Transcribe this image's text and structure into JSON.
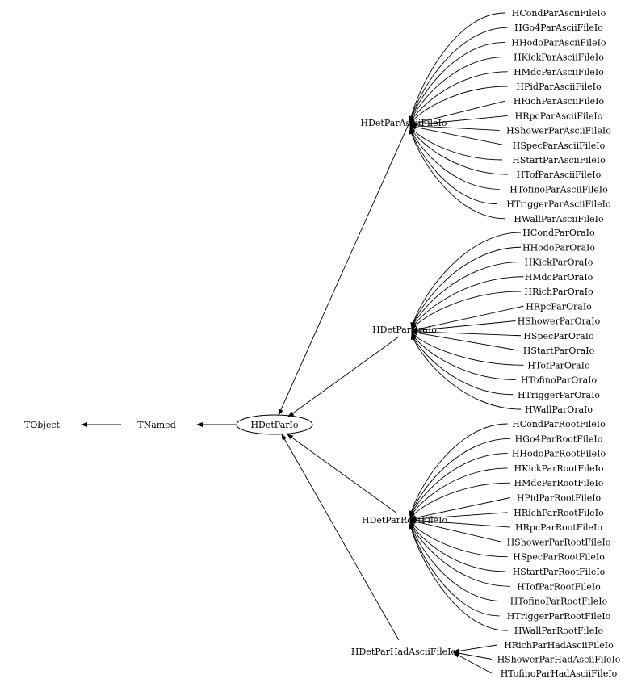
{
  "root": {
    "label": "TObject"
  },
  "named": {
    "label": "TNamed"
  },
  "base": {
    "label": "HDetParIo"
  },
  "groups": [
    {
      "id": "ascii",
      "label": "HDetParAsciiFileIo",
      "children": [
        "HCondParAsciiFileIo",
        "HGo4ParAsciiFileIo",
        "HHodoParAsciiFileIo",
        "HKickParAsciiFileIo",
        "HMdcParAsciiFileIo",
        "HPidParAsciiFileIo",
        "HRichParAsciiFileIo",
        "HRpcParAsciiFileIo",
        "HShowerParAsciiFileIo",
        "HSpecParAsciiFileIo",
        "HStartParAsciiFileIo",
        "HTofParAsciiFileIo",
        "HTofinoParAsciiFileIo",
        "HTriggerParAsciiFileIo",
        "HWallParAsciiFileIo"
      ]
    },
    {
      "id": "ora",
      "label": "HDetParOraIo",
      "children": [
        "HCondParOraIo",
        "HHodoParOraIo",
        "HKickParOraIo",
        "HMdcParOraIo",
        "HRichParOraIo",
        "HRpcParOraIo",
        "HShowerParOraIo",
        "HSpecParOraIo",
        "HStartParOraIo",
        "HTofParOraIo",
        "HTofinoParOraIo",
        "HTriggerParOraIo",
        "HWallParOraIo"
      ]
    },
    {
      "id": "root",
      "label": "HDetParRootFileIo",
      "children": [
        "HCondParRootFileIo",
        "HGo4ParRootFileIo",
        "HHodoParRootFileIo",
        "HKickParRootFileIo",
        "HMdcParRootFileIo",
        "HPidParRootFileIo",
        "HRichParRootFileIo",
        "HRpcParRootFileIo",
        "HShowerParRootFileIo",
        "HSpecParRootFileIo",
        "HStartParRootFileIo",
        "HTofParRootFileIo",
        "HTofinoParRootFileIo",
        "HTriggerParRootFileIo",
        "HWallParRootFileIo"
      ]
    },
    {
      "id": "had",
      "label": "HDetParHadAsciiFileIo",
      "children": [
        "HRichParHadAsciiFileIo",
        "HShowerParHadAsciiFileIo",
        "HTofinoParHadAsciiFileIo"
      ]
    }
  ]
}
